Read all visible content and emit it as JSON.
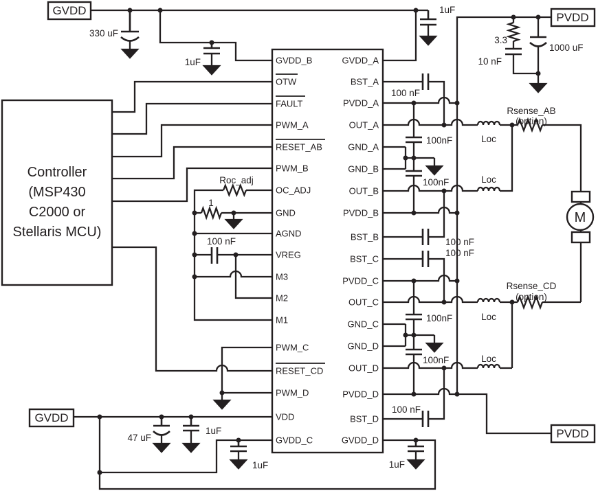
{
  "controller": {
    "lines": [
      "Controller",
      "(MSP430",
      "C2000 or",
      "Stellaris MCU)"
    ]
  },
  "ic": {
    "pins_left": [
      {
        "label": "GVDD_B",
        "overline": false
      },
      {
        "label": "OTW",
        "overline": true
      },
      {
        "label": "FAULT",
        "overline": true
      },
      {
        "label": "PWM_A",
        "overline": false
      },
      {
        "label": "RESET_AB",
        "overline": true
      },
      {
        "label": "PWM_B",
        "overline": false
      },
      {
        "label": "OC_ADJ",
        "overline": false
      },
      {
        "label": "GND",
        "overline": false
      },
      {
        "label": "AGND",
        "overline": false
      },
      {
        "label": "VREG",
        "overline": false
      },
      {
        "label": "M3",
        "overline": false
      },
      {
        "label": "M2",
        "overline": false
      },
      {
        "label": "M1",
        "overline": false
      },
      {
        "label": "PWM_C",
        "overline": false
      },
      {
        "label": "RESET_CD",
        "overline": true
      },
      {
        "label": "PWM_D",
        "overline": false
      },
      {
        "label": "VDD",
        "overline": false
      },
      {
        "label": "GVDD_C",
        "overline": false
      }
    ],
    "pins_right": [
      {
        "label": "GVDD_A"
      },
      {
        "label": "BST_A"
      },
      {
        "label": "PVDD_A"
      },
      {
        "label": "OUT_A"
      },
      {
        "label": "GND_A"
      },
      {
        "label": "GND_B"
      },
      {
        "label": "OUT_B"
      },
      {
        "label": "PVDD_B"
      },
      {
        "label": "BST_B"
      },
      {
        "label": "BST_C"
      },
      {
        "label": "PVDD_C"
      },
      {
        "label": "OUT_C"
      },
      {
        "label": "GND_C"
      },
      {
        "label": "GND_D"
      },
      {
        "label": "OUT_D"
      },
      {
        "label": "PVDD_D"
      },
      {
        "label": "BST_D"
      },
      {
        "label": "GVDD_D"
      }
    ]
  },
  "supplies": {
    "gvdd_top": "GVDD",
    "pvdd_top": "PVDD",
    "gvdd_bottom": "GVDD",
    "pvdd_bottom": "PVDD"
  },
  "motor": {
    "label": "M"
  },
  "component_labels": {
    "cap_330uf": "330 uF",
    "cap_1uf_gvdd_b": "1uF",
    "cap_1uf_gvdd_a": "1uF",
    "res_3p3": "3.3",
    "cap_10nf": "10 nF",
    "cap_1000uf": "1000 uF",
    "cap_bst_a": "100 nF",
    "cap_dec_ab1": "100nF",
    "cap_dec_ab2": "100nF",
    "ind_a": "Loc",
    "ind_b": "Loc",
    "rsense_ab": "Rsense_AB",
    "rsense_ab_opt": "(option)",
    "cap_bst_b": "100 nF",
    "cap_bst_c": "100 nF",
    "cap_dec_cd1": "100nF",
    "cap_dec_cd2": "100nF",
    "ind_c": "Loc",
    "ind_d": "Loc",
    "rsense_cd": "Rsense_CD",
    "rsense_cd_opt": "(option)",
    "cap_bst_d": "100 nF",
    "cap_1uf_gvdd_d": "1uF",
    "cap_47uf": "47 uF",
    "cap_1uf_vdd": "1uF",
    "cap_1uf_gvdd_c": "1uF",
    "res_roc": "Roc_adj",
    "res_1": "1",
    "cap_vreg": "100 nF"
  }
}
